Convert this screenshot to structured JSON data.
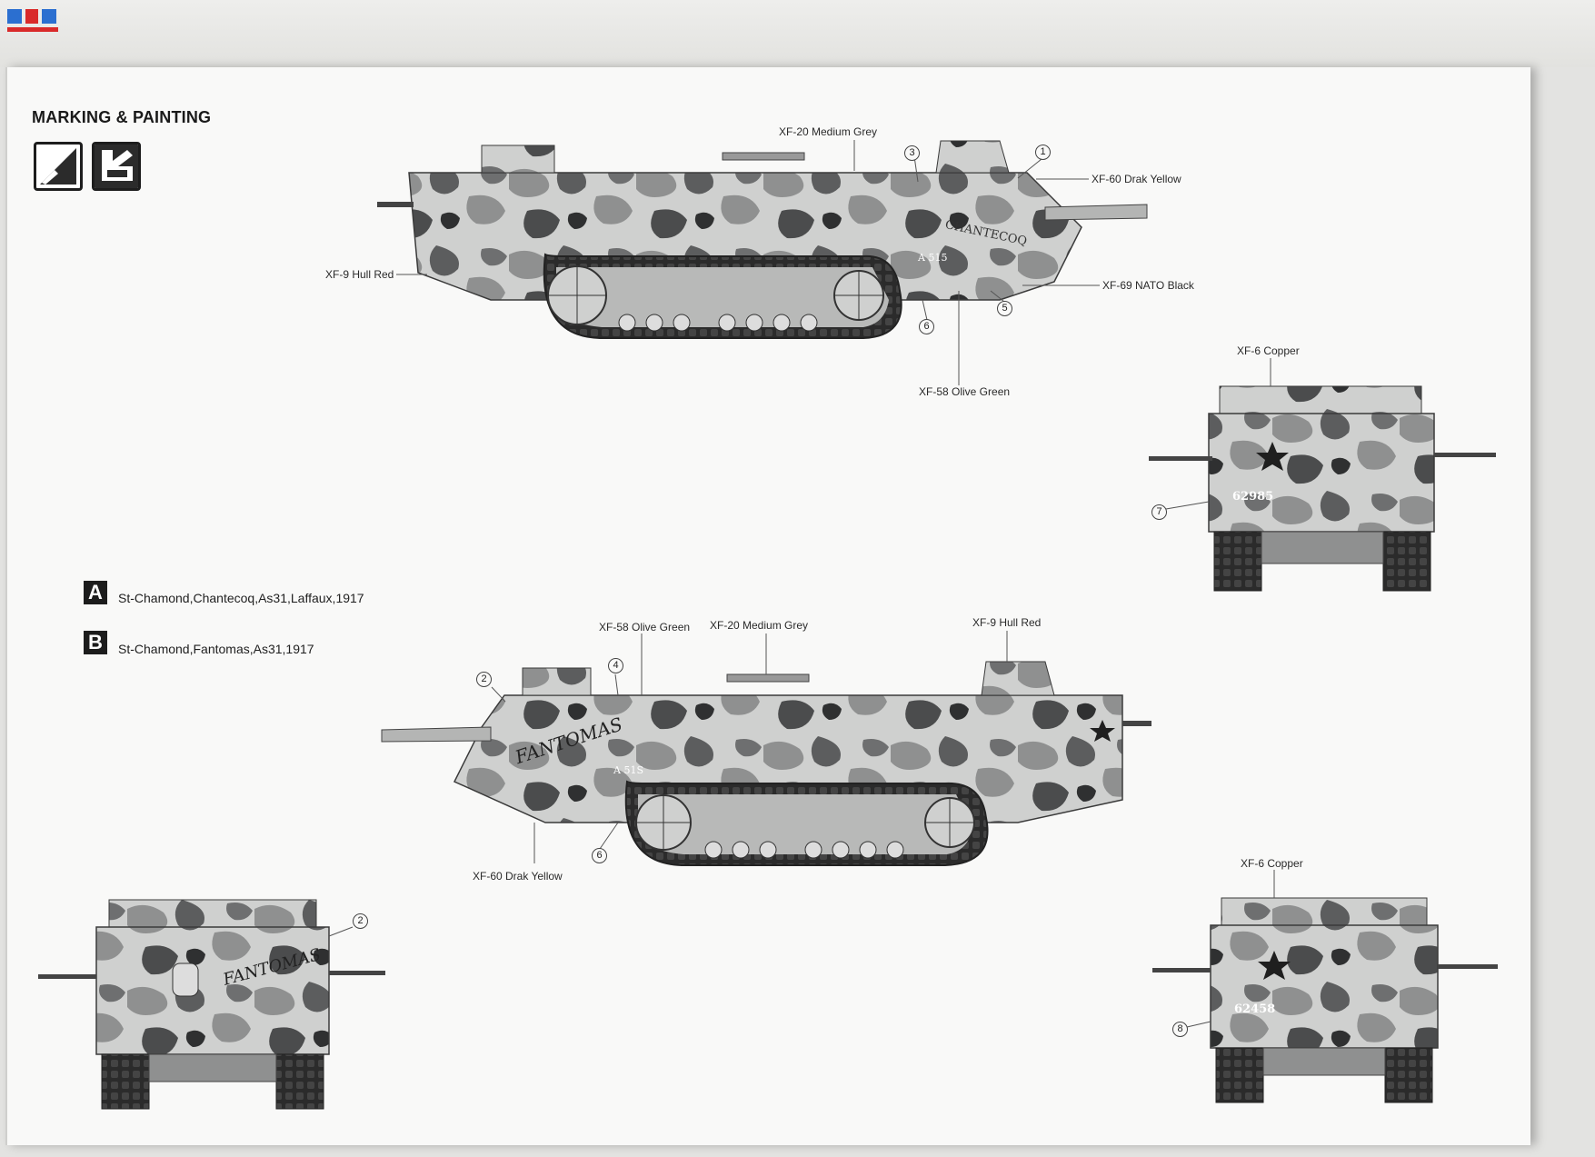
{
  "header": {
    "title": "MARKING & PAINTING",
    "watermark_logo": "site-logo-icon"
  },
  "icons": [
    "paint-brush-icon",
    "decal-icon"
  ],
  "paints": {
    "a_side_top": "XF-20 Medium Grey",
    "a_side_right_top": "XF-60 Drak Yellow",
    "a_side_left": "XF-9 Hull Red",
    "a_side_right_bottom": "XF-69 NATO Black",
    "a_side_bottom": "XF-58 Olive Green",
    "a_front": "XF-6 Copper",
    "b_side_top_left": "XF-58 Olive Green",
    "b_side_top_mid": "XF-20 Medium Grey",
    "b_side_top_right": "XF-9 Hull Red",
    "b_side_bottom": "XF-60 Drak Yellow",
    "b_front": "XF-6 Copper"
  },
  "callouts": {
    "a1": "1",
    "a3": "3",
    "a5": "5",
    "a6": "6",
    "a7": "7",
    "b2": "2",
    "b4": "4",
    "b6": "6",
    "b2_rear": "2",
    "b8": "8"
  },
  "versions": [
    {
      "letter": "A",
      "text": "St-Chamond,Chantecoq,As31,Laffaux,1917"
    },
    {
      "letter": "B",
      "text": "St-Chamond,Fantomas,As31,1917"
    }
  ],
  "vehicle_text": {
    "a_name": "CHANTECOQ",
    "a_number": "A 515",
    "a_serial": "62985",
    "b_name": "FANTOMAS",
    "b_number": "A 51S",
    "b_serial": "62458"
  },
  "colors": {
    "camo_light": "#cfd0cf",
    "camo_mid": "#9a9b9b",
    "camo_dark": "#5c5d5e",
    "camo_black": "#2a2a2b",
    "track": "#2b2b2b"
  }
}
